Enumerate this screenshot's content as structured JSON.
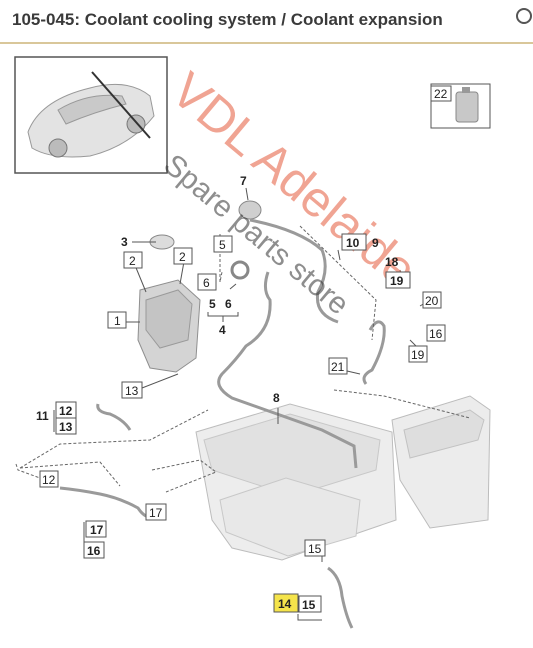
{
  "header": {
    "title": "105-045: Coolant cooling system / Coolant expansion"
  },
  "watermark": {
    "line1": "VDL Adelaide",
    "line2": "Spare parts store"
  },
  "callouts": {
    "c22": "22",
    "c7": "7",
    "c3": "3",
    "c2a": "2",
    "c2b": "2",
    "c5": "5",
    "c10": "10",
    "c9": "9",
    "c6": "6",
    "c18": "18",
    "c19a": "19",
    "c1": "1",
    "c56_5": "5",
    "c56_6": "6",
    "c4": "4",
    "c20": "20",
    "c16a": "16",
    "c19b": "19",
    "c21": "21",
    "c13": "13",
    "c8": "8",
    "c11": "11",
    "c12a": "12",
    "c13b": "13",
    "c12b": "12",
    "c17a": "17",
    "c17b": "17",
    "c16b": "16",
    "c15a": "15",
    "c14": "14",
    "c15b": "15"
  }
}
